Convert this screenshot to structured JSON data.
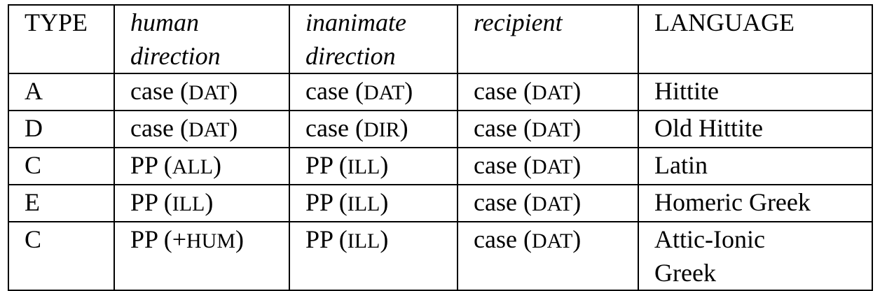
{
  "table": {
    "headers": {
      "type": "TYPE",
      "human_direction_line1": "human",
      "human_direction_line2": "direction",
      "inanimate_direction_line1": "inanimate",
      "inanimate_direction_line2": "direction",
      "recipient": "recipient",
      "language": "LANGUAGE"
    },
    "rows": [
      {
        "type": "A",
        "human": {
          "word": "case",
          "open": " (",
          "gloss": "DAT",
          "close": ")"
        },
        "inanimate": {
          "word": "case",
          "open": " (",
          "gloss": "DAT",
          "close": ")"
        },
        "recipient": {
          "word": "case",
          "open": " (",
          "gloss": "DAT",
          "close": ")"
        },
        "language": "Hittite"
      },
      {
        "type": "D",
        "human": {
          "word": "case",
          "open": " (",
          "gloss": "DAT",
          "close": ")"
        },
        "inanimate": {
          "word": "case",
          "open": " (",
          "gloss": "DIR",
          "close": ")"
        },
        "recipient": {
          "word": "case",
          "open": " (",
          "gloss": "DAT",
          "close": ")"
        },
        "language": "Old Hittite"
      },
      {
        "type": "C",
        "human": {
          "word": "PP",
          "open": " (",
          "gloss": "ALL",
          "close": ")"
        },
        "inanimate": {
          "word": "PP",
          "open": " (",
          "gloss": "ILL",
          "close": ")"
        },
        "recipient": {
          "word": "case",
          "open": " (",
          "gloss": "DAT",
          "close": ")"
        },
        "language": "Latin"
      },
      {
        "type": "E",
        "human": {
          "word": "PP",
          "open": " (",
          "gloss": "ILL",
          "close": ")"
        },
        "inanimate": {
          "word": "PP",
          "open": " (",
          "gloss": "ILL",
          "close": ")"
        },
        "recipient": {
          "word": "case",
          "open": " (",
          "gloss": "DAT",
          "close": ")"
        },
        "language": "Homeric Greek"
      },
      {
        "type": "C",
        "human": {
          "word": "PP",
          "open": " (+",
          "gloss": "HUM",
          "close": ")"
        },
        "inanimate": {
          "word": "PP",
          "open": " (",
          "gloss": "ILL",
          "close": ")"
        },
        "recipient": {
          "word": "case",
          "open": " (",
          "gloss": "DAT",
          "close": ")"
        },
        "language_line1": "Attic-Ionic",
        "language_line2": "Greek"
      }
    ]
  }
}
